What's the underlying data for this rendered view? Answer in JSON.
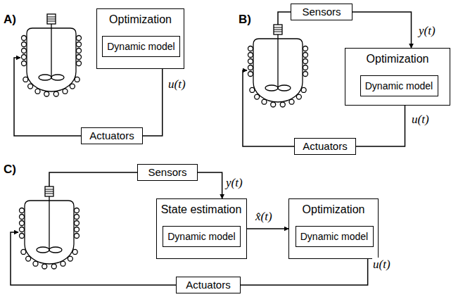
{
  "diagram": {
    "nodes": [
      {
        "text": [
          "Optimization"
        ]
      },
      {
        "text": [
          "Dynamic model"
        ],
        "in": 0
      },
      {
        "text": [
          "Actuators"
        ]
      },
      {
        "text": [
          "Sensors"
        ]
      },
      {
        "text": [
          "Optimization"
        ]
      },
      {
        "text": [
          "Dynamic model"
        ],
        "in": 4
      },
      {
        "text": [
          "Actuators"
        ]
      },
      {
        "text": [
          "Sensors"
        ]
      },
      {
        "text": [
          "State estimation"
        ]
      },
      {
        "text": [
          "Dynamic model"
        ],
        "in": 8
      },
      {
        "text": [
          "Optimization"
        ]
      },
      {
        "text": [
          "Dynamic model"
        ],
        "in": 10
      },
      {
        "text": [
          "Actuators"
        ]
      }
    ],
    "edges": [
      {
        "from": 0,
        "to": 2,
        "arrow": "none"
      },
      {
        "from": 3,
        "to": 4,
        "arrow": "to"
      },
      {
        "from": 4,
        "to": 6,
        "arrow": "none"
      },
      {
        "from": 7,
        "to": 8,
        "arrow": "to"
      },
      {
        "from": 8,
        "to": 10,
        "arrow": "to"
      },
      {
        "from": 10,
        "to": 12,
        "arrow": "none"
      }
    ],
    "labels": [
      "A)",
      "B)",
      "C)",
      "u(t)",
      "y(t)",
      "u(t)",
      "y(t)",
      "x̂(t)",
      "u(t)"
    ]
  }
}
